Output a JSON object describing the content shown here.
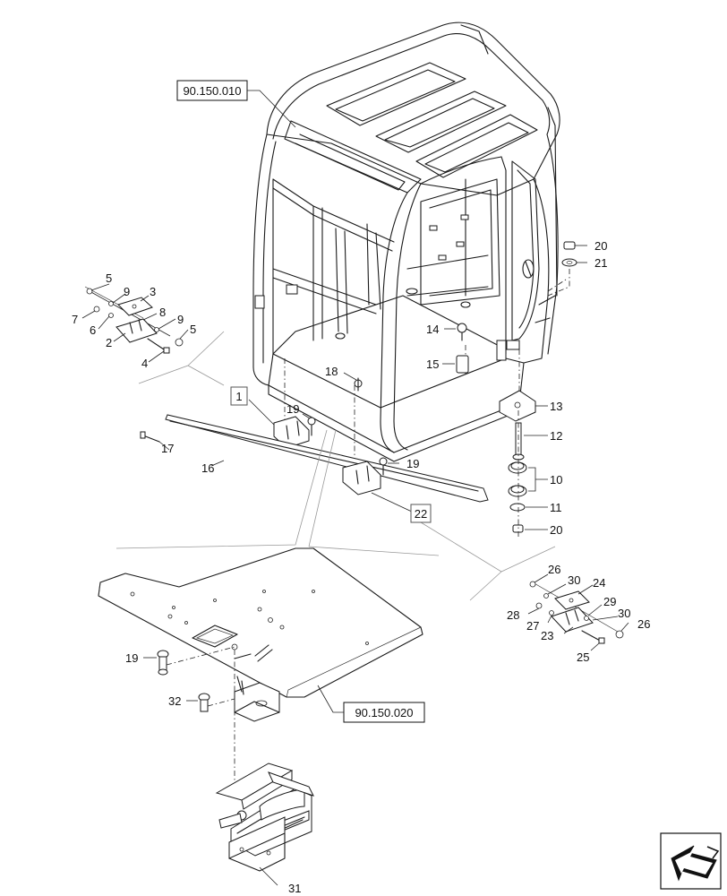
{
  "refs": {
    "cab": "90.150.010",
    "floor": "90.150.020"
  },
  "boxed_callouts": {
    "b1": "1",
    "b22": "22"
  },
  "callouts": {
    "c5a": "5",
    "c9a": "9",
    "c3": "3",
    "c7": "7",
    "c6": "6",
    "c8": "8",
    "c9b": "9",
    "c2": "2",
    "c5b": "5",
    "c4": "4",
    "c18": "18",
    "c19a": "19",
    "c17": "17",
    "c16": "16",
    "c19b": "19",
    "c14": "14",
    "c15": "15",
    "c20a": "20",
    "c21": "21",
    "c13": "13",
    "c12": "12",
    "c10": "10",
    "c11": "11",
    "c20b": "20",
    "c26a": "26",
    "c30a": "30",
    "c24": "24",
    "c29": "29",
    "c28": "28",
    "c27": "27",
    "c30b": "30",
    "c23": "23",
    "c26b": "26",
    "c25": "25",
    "c19c": "19",
    "c32": "32",
    "c31": "31"
  }
}
